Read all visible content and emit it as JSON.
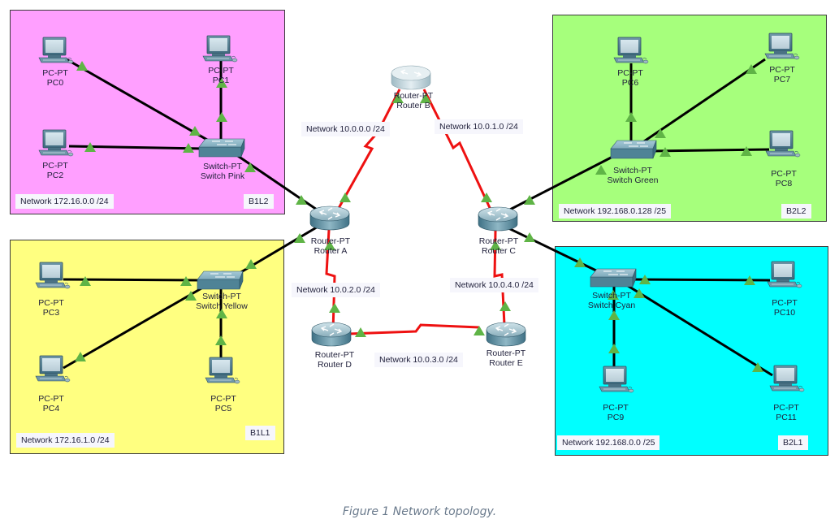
{
  "caption": "Figure 1 Network topology.",
  "colors": {
    "b1l2": "#ff9fff",
    "b1l1": "#ffff80",
    "b2l2": "#a6ff7c",
    "b2l1": "#00ffff",
    "serial_link": "#ee1111",
    "ethernet_link": "#000000",
    "link_status": "#5fb446"
  },
  "areas": {
    "b1l2": {
      "tag": "B1L2",
      "network": "Network 172.16.0.0 /24"
    },
    "b1l1": {
      "tag": "B1L1",
      "network": "Network 172.16.1.0 /24"
    },
    "b2l2": {
      "tag": "B2L2",
      "network": "Network 192.168.0.128 /25"
    },
    "b2l1": {
      "tag": "B2L1",
      "network": "Network 192.168.0.0 /25"
    }
  },
  "wan_networks": {
    "ab": "Network 10.0.0.0 /24",
    "bc": "Network 10.0.1.0 /24",
    "ad": "Network 10.0.2.0 /24",
    "de": "Network 10.0.3.0 /24",
    "ce": "Network 10.0.4.0 /24"
  },
  "routers": {
    "a": {
      "model": "Router-PT",
      "name": "Router A"
    },
    "b": {
      "model": "Router-PT",
      "name": "Router B"
    },
    "c": {
      "model": "Router-PT",
      "name": "Router C"
    },
    "d": {
      "model": "Router-PT",
      "name": "Router D"
    },
    "e": {
      "model": "Router-PT",
      "name": "Router E"
    }
  },
  "switches": {
    "pink": {
      "model": "Switch-PT",
      "name": "Switch Pink"
    },
    "yellow": {
      "model": "Switch-PT",
      "name": "Switch Yellow"
    },
    "green": {
      "model": "Switch-PT",
      "name": "Switch Green"
    },
    "cyan": {
      "model": "Switch-PT",
      "name": "Switch Cyan"
    }
  },
  "pcs": {
    "pc0": {
      "model": "PC-PT",
      "name": "PC0"
    },
    "pc1": {
      "model": "PC-PT",
      "name": "PC1"
    },
    "pc2": {
      "model": "PC-PT",
      "name": "PC2"
    },
    "pc3": {
      "model": "PC-PT",
      "name": "PC3"
    },
    "pc4": {
      "model": "PC-PT",
      "name": "PC4"
    },
    "pc5": {
      "model": "PC-PT",
      "name": "PC5"
    },
    "pc6": {
      "model": "PC-PT",
      "name": "PC6"
    },
    "pc7": {
      "model": "PC-PT",
      "name": "PC7"
    },
    "pc8": {
      "model": "PC-PT",
      "name": "PC8"
    },
    "pc9": {
      "model": "PC-PT",
      "name": "PC9"
    },
    "pc10": {
      "model": "PC-PT",
      "name": "PC10"
    },
    "pc11": {
      "model": "PC-PT",
      "name": "PC11"
    }
  },
  "links": [
    {
      "from": "pc0",
      "to": "pink",
      "type": "ethernet",
      "status": "up"
    },
    {
      "from": "pc1",
      "to": "pink",
      "type": "ethernet",
      "status": "up"
    },
    {
      "from": "pc2",
      "to": "pink",
      "type": "ethernet",
      "status": "up"
    },
    {
      "from": "pink",
      "to": "a",
      "type": "ethernet",
      "status": "up"
    },
    {
      "from": "pc3",
      "to": "yellow",
      "type": "ethernet",
      "status": "up"
    },
    {
      "from": "pc4",
      "to": "yellow",
      "type": "ethernet",
      "status": "up"
    },
    {
      "from": "pc5",
      "to": "yellow",
      "type": "ethernet",
      "status": "up"
    },
    {
      "from": "yellow",
      "to": "a",
      "type": "ethernet",
      "status": "up"
    },
    {
      "from": "pc6",
      "to": "green",
      "type": "ethernet",
      "status": "up"
    },
    {
      "from": "pc7",
      "to": "green",
      "type": "ethernet",
      "status": "up"
    },
    {
      "from": "pc8",
      "to": "green",
      "type": "ethernet",
      "status": "up"
    },
    {
      "from": "green",
      "to": "c",
      "type": "ethernet",
      "status": "up"
    },
    {
      "from": "pc9",
      "to": "cyan",
      "type": "ethernet",
      "status": "up"
    },
    {
      "from": "pc10",
      "to": "cyan",
      "type": "ethernet",
      "status": "up"
    },
    {
      "from": "pc11",
      "to": "cyan",
      "type": "ethernet",
      "status": "up"
    },
    {
      "from": "cyan",
      "to": "c",
      "type": "ethernet",
      "status": "up"
    },
    {
      "from": "a",
      "to": "b",
      "type": "serial",
      "status": "up"
    },
    {
      "from": "b",
      "to": "c",
      "type": "serial",
      "status": "up"
    },
    {
      "from": "a",
      "to": "d",
      "type": "serial",
      "status": "up"
    },
    {
      "from": "d",
      "to": "e",
      "type": "serial",
      "status": "up"
    },
    {
      "from": "c",
      "to": "e",
      "type": "serial",
      "status": "up"
    }
  ]
}
